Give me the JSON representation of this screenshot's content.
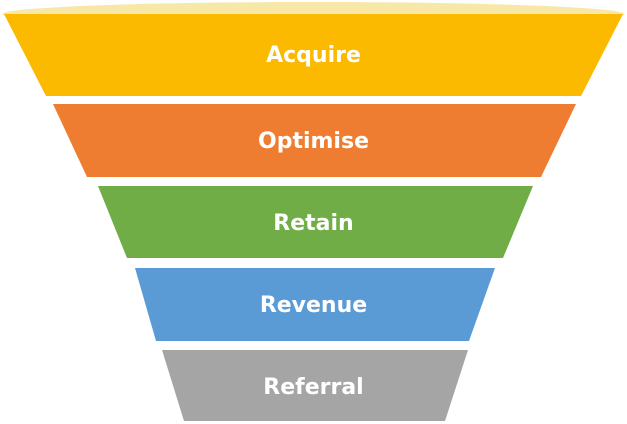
{
  "funnel": {
    "stages": [
      {
        "label": "Acquire",
        "color": "#FBB900"
      },
      {
        "label": "Optimise",
        "color": "#EE7D31"
      },
      {
        "label": "Retain",
        "color": "#71AD46"
      },
      {
        "label": "Revenue",
        "color": "#5B9BD5"
      },
      {
        "label": "Referral",
        "color": "#A5A5A5"
      }
    ],
    "top_rim_color": "#F7E8A8"
  }
}
